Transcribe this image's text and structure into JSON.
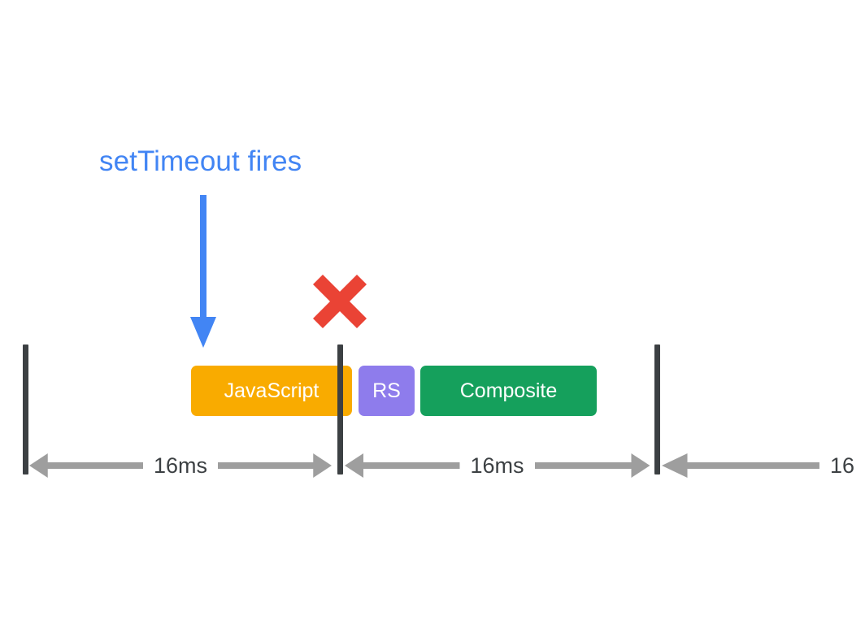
{
  "diagram": {
    "title_annotation": "setTimeout fires",
    "miss_marker": "red-x-dropped-frame",
    "colors": {
      "annotation_blue": "#4285f4",
      "arrow_blue": "#4285f4",
      "x_red": "#ea4335",
      "tick_dark": "#3c4043",
      "measure_gray": "#9e9e9e",
      "javascript_amber": "#f9ab00",
      "recalc_style_purple": "#8e7cec",
      "composite_green": "#15a05c",
      "background": "#ffffff"
    },
    "bars": [
      {
        "label": "JavaScript",
        "color": "#f9ab00"
      },
      {
        "label": "RS",
        "color": "#8e7cec"
      },
      {
        "label": "Composite",
        "color": "#15a05c"
      }
    ],
    "frame_ticks": [
      {
        "name": "frame-boundary-0"
      },
      {
        "name": "frame-boundary-1"
      },
      {
        "name": "frame-boundary-2"
      }
    ],
    "intervals": [
      {
        "label": "16ms"
      },
      {
        "label": "16ms"
      },
      {
        "label": "16"
      }
    ]
  },
  "chart_data": {
    "type": "timeline",
    "title": "setTimeout fires",
    "xlabel": "",
    "ylabel": "",
    "frame_budget_ms": 16,
    "frame_boundaries_ms": [
      0,
      16,
      32
    ],
    "interval_labels": [
      "16ms",
      "16ms",
      "16"
    ],
    "events": [
      {
        "name": "setTimeout fires",
        "time_ms": 8.6,
        "type": "annotation-arrow",
        "color": "#4285f4"
      },
      {
        "name": "frame missed",
        "time_ms": 16,
        "type": "x-marker",
        "color": "#ea4335"
      }
    ],
    "tasks": [
      {
        "label": "JavaScript",
        "start_ms": 8.6,
        "end_ms": 16.7,
        "color": "#f9ab00"
      },
      {
        "label": "RS",
        "start_ms": 17.0,
        "end_ms": 19.9,
        "color": "#8e7cec"
      },
      {
        "label": "Composite",
        "start_ms": 20.1,
        "end_ms": 29.1,
        "color": "#15a05c"
      }
    ]
  }
}
